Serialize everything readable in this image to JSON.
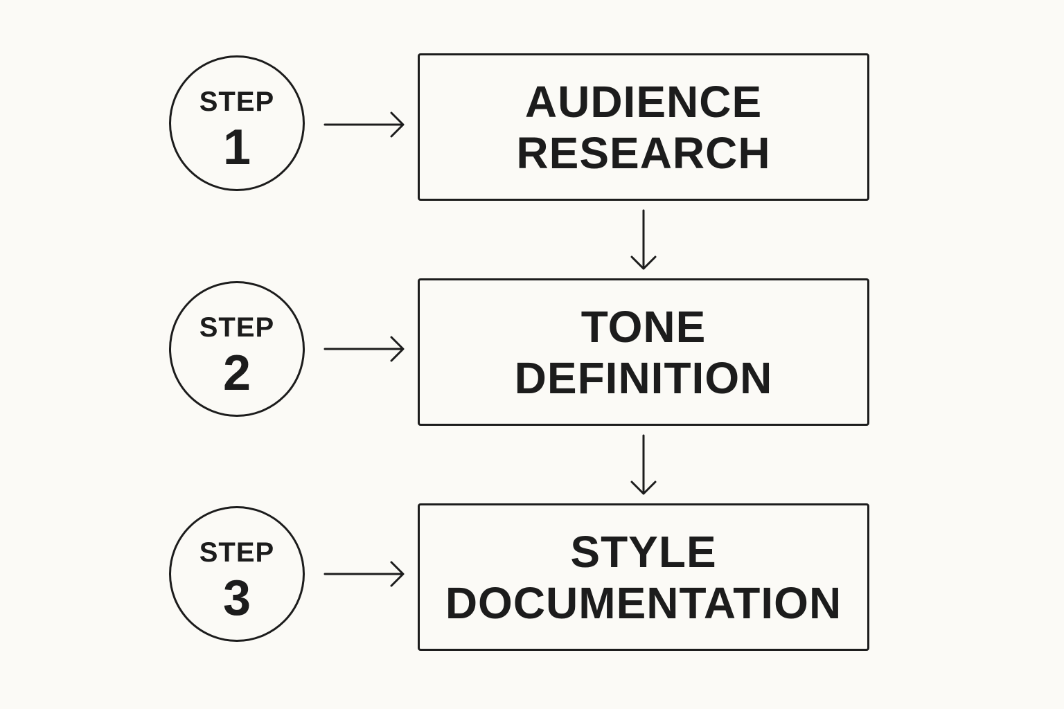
{
  "diagram": {
    "steps": [
      {
        "word": "STEP",
        "number": "1",
        "line1": "AUDIENCE",
        "line2": "RESEARCH"
      },
      {
        "word": "STEP",
        "number": "2",
        "line1": "TONE",
        "line2": "DEFINITION"
      },
      {
        "word": "STEP",
        "number": "3",
        "line1": "STYLE",
        "line2": "DOCUMENTATION"
      }
    ],
    "colors": {
      "background": "#fbfaf6",
      "ink": "#1c1c1c"
    }
  }
}
